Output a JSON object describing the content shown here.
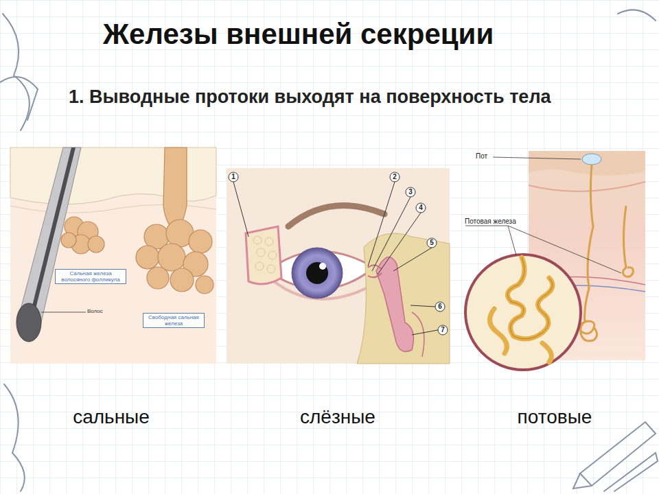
{
  "diagram": {
    "title": "Железы внешней секреции",
    "nodes": [
      {
        "text": [
          "Сальная железа волосяного фолликула"
        ]
      },
      {
        "text": [
          "Свободная сальная железа"
        ]
      }
    ],
    "labels": [
      "1. Выводные протоки выходят на поверхность тела",
      "Волос",
      "1",
      "2",
      "3",
      "4",
      "5",
      "6",
      "7",
      "Пот",
      "Потовая железа",
      "сальные",
      "слёзные",
      "потовые"
    ]
  }
}
